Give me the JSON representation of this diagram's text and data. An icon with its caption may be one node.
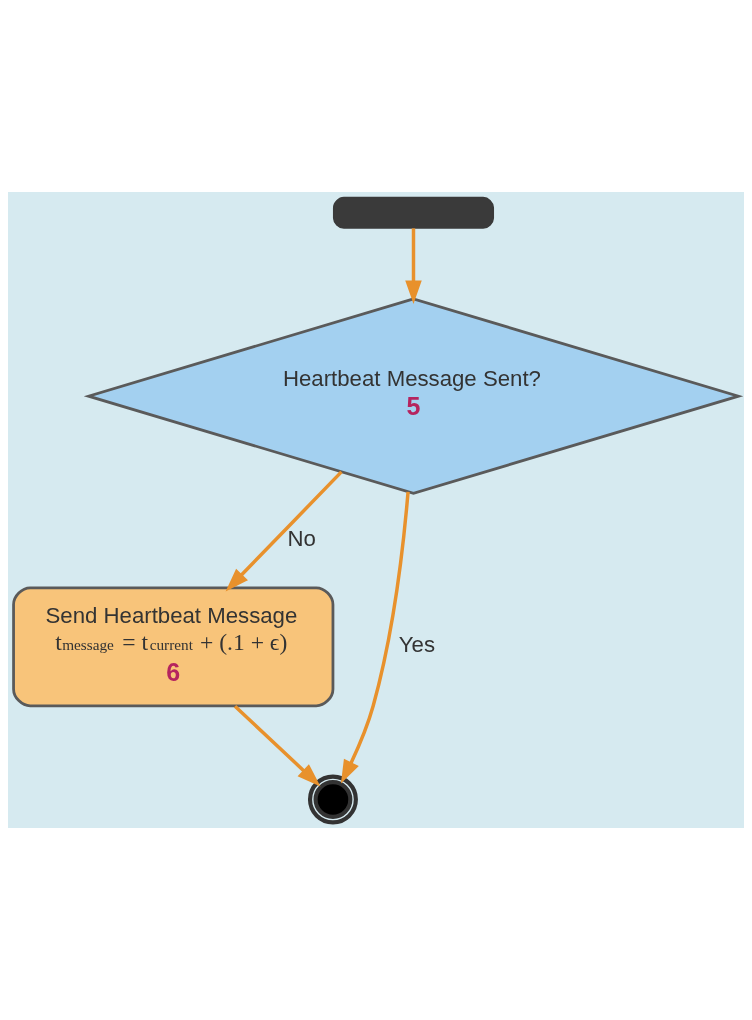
{
  "diagram": {
    "nodes": [
      {
        "text": [],
        "shape": "box"
      },
      {
        "text": [
          "Heartbeat Message Sent?",
          "5"
        ]
      },
      {
        "text": [
          "Send Heartbeat Message",
          "t$_{message}$ = t$_{current}$ + (.1 + ϵ)",
          "6"
        ]
      },
      {
        "text": [],
        "shape": "circle"
      }
    ],
    "edges": [
      {
        "from": 0,
        "to": 1,
        "arrow": "to"
      },
      {
        "from": 1,
        "to": 2,
        "arrow": "to",
        "label": "No"
      },
      {
        "from": 1,
        "to": 3,
        "arrow": "to",
        "label": "Yes"
      },
      {
        "from": 2,
        "to": 3,
        "arrow": "to"
      }
    ]
  }
}
